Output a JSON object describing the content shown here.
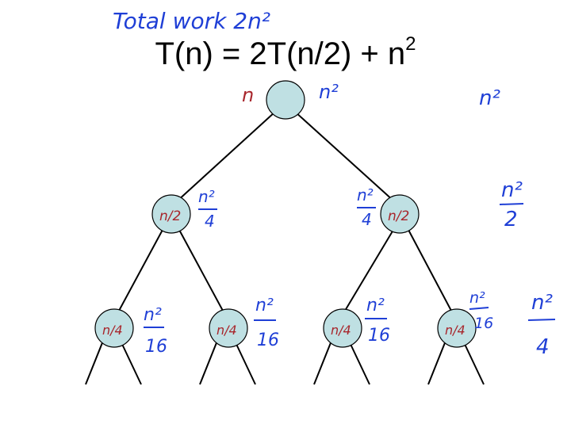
{
  "colors": {
    "node_fill": "#bfe0e3",
    "ink_blue": "#1f3fd6",
    "ink_red": "#a8262c",
    "line": "#000000"
  },
  "annotation_top": {
    "text": "Total work 2n²"
  },
  "title": {
    "base": "T(n) = 2T(n/2) + n",
    "exp": "2"
  },
  "root": {
    "label": "n",
    "cost": "n²"
  },
  "level1": [
    {
      "label": "n/2",
      "cost_num": "n²",
      "cost_den": "4"
    },
    {
      "label": "n/2",
      "cost_num": "n²",
      "cost_den": "4"
    }
  ],
  "level2": [
    {
      "label": "n/4",
      "cost_num": "n²",
      "cost_den": "16"
    },
    {
      "label": "n/4",
      "cost_num": "n²",
      "cost_den": "16"
    },
    {
      "label": "n/4",
      "cost_num": "n²",
      "cost_den": "16"
    },
    {
      "label": "n/4",
      "cost_num": "n²",
      "cost_den": "16"
    }
  ],
  "level_sums": [
    {
      "num": "n²"
    },
    {
      "num": "n²",
      "den": "2"
    },
    {
      "num": "n²",
      "den": "4"
    }
  ]
}
